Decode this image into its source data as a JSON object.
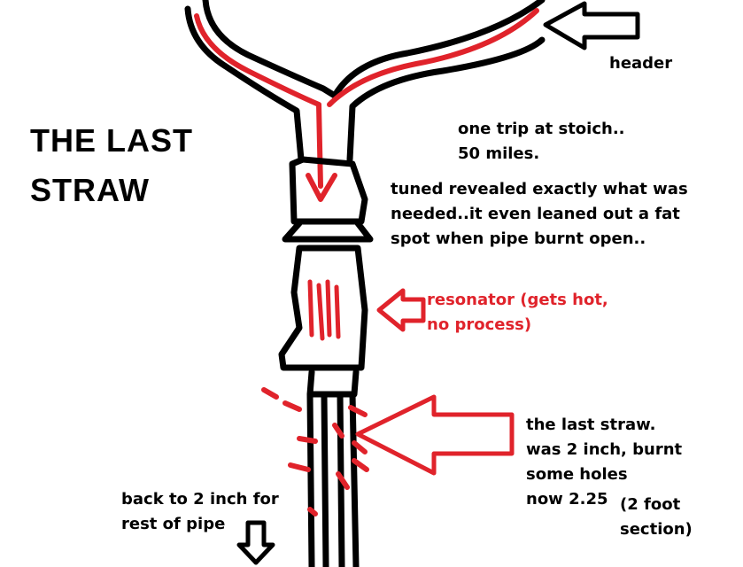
{
  "title": {
    "line1": "THE LAST",
    "line2": "STRAW"
  },
  "labels": {
    "header": "header",
    "trip_line1": "one trip at stoich..",
    "trip_line2": "50 miles.",
    "tuned_line1": "tuned revealed exactly what was",
    "tuned_line2": "needed..it even leaned out a fat",
    "tuned_line3": "spot when pipe burnt open..",
    "resonator_line1": "resonator (gets hot,",
    "resonator_line2": "no process)",
    "last_straw_line1": "the last straw.",
    "last_straw_line2": "was 2 inch, burnt",
    "last_straw_line3": "some holes",
    "last_straw_line4": "now 2.25",
    "section_line1": "(2 foot",
    "section_line2": "section)",
    "back_line1": "back to 2 inch for",
    "back_line2": "rest of pipe"
  },
  "colors": {
    "ink": "#000000",
    "accent": "#e0232b",
    "background": "#ffffff"
  },
  "icons": [
    "arrow-left-icon",
    "arrow-down-icon",
    "flow-arrow-icon"
  ]
}
